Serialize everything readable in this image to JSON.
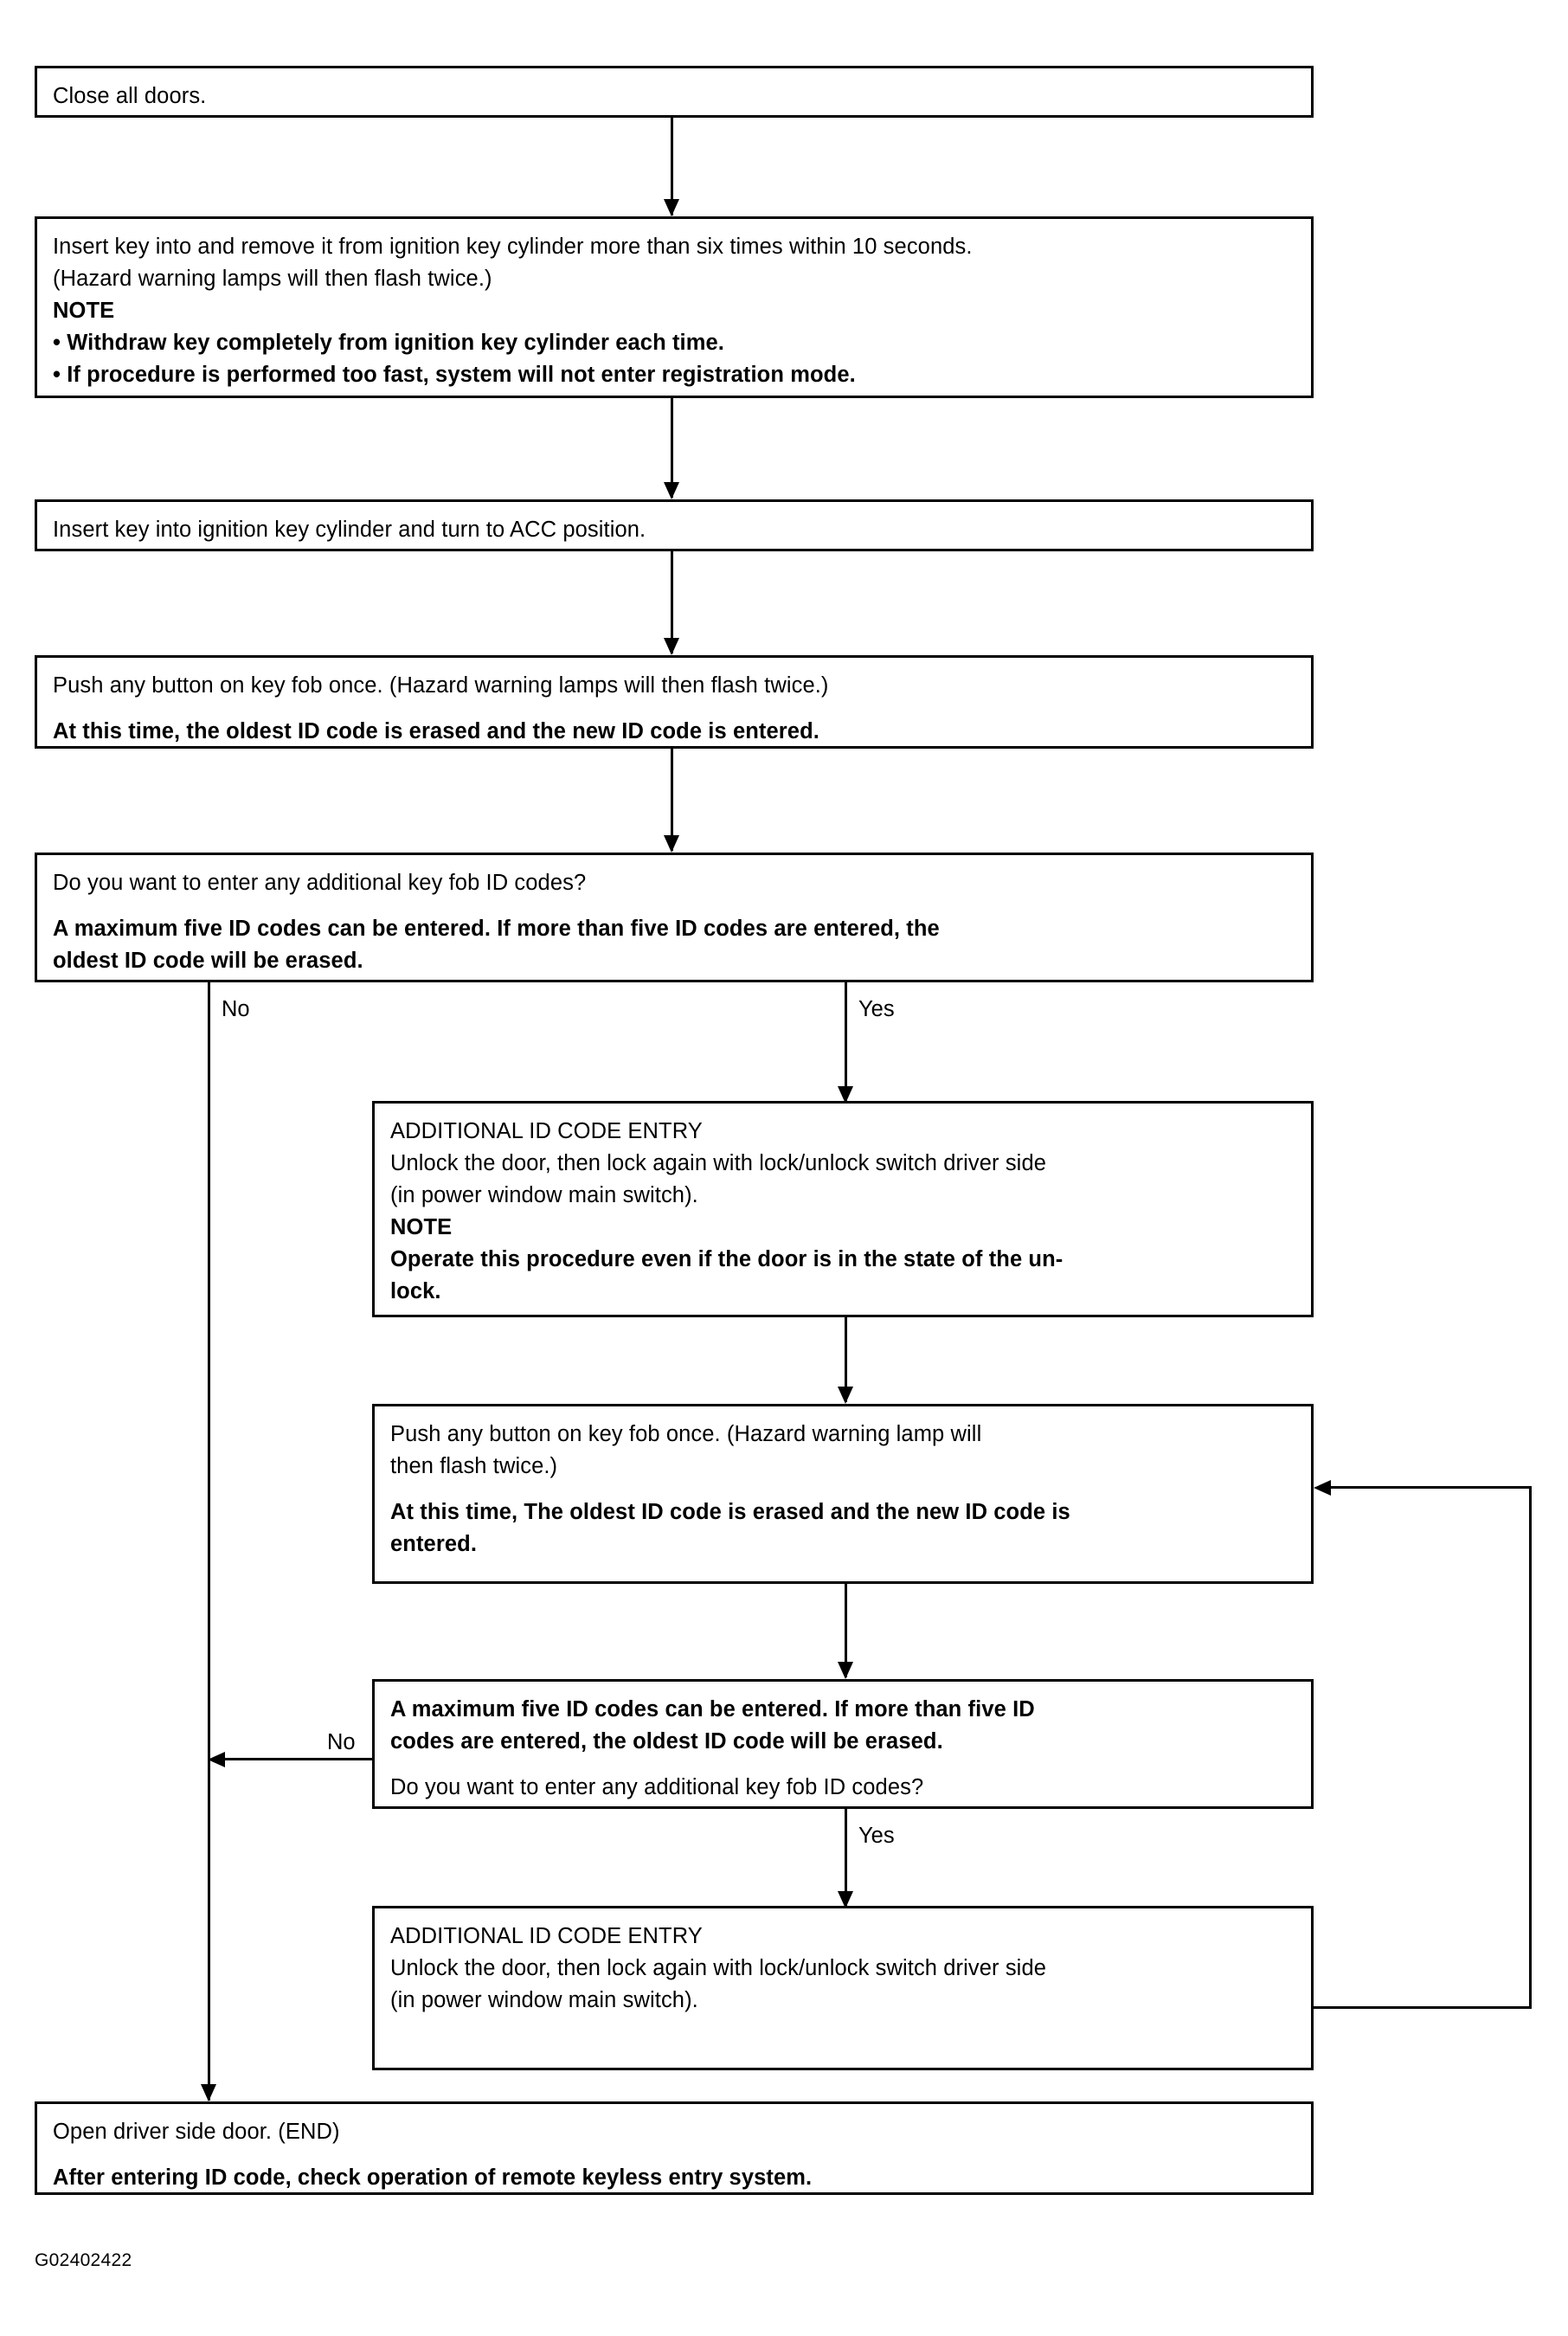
{
  "figure": {
    "code": "G02402422"
  },
  "nodes": {
    "close_doors": {
      "line1": "Close all doors."
    },
    "insert_remove_key": {
      "line1": "Insert key into and remove it from ignition key cylinder more than six times within 10 seconds.\n(Hazard warning lamps will then flash twice.)",
      "note_title": "NOTE",
      "note1": "• Withdraw key completely from ignition key cylinder each time.",
      "note2": "• If procedure is performed too fast, system will not enter registration mode."
    },
    "acc_position": {
      "line1": "Insert key into ignition key cylinder and turn to ACC position."
    },
    "push_button_first": {
      "line1": "Push any button on key fob once. (Hazard warning lamps will then flash twice.)",
      "line2": "At this time, the oldest ID code is erased and the new ID code is entered."
    },
    "decision_first": {
      "question": "Do you want to enter any additional key fob ID codes?",
      "note": "A  maximum five ID codes can be entered. If more than five ID codes are entered, the\noldest ID code will be erased."
    },
    "additional_entry_first": {
      "title": "ADDITIONAL ID CODE ENTRY",
      "body": "Unlock the door, then lock again with lock/unlock switch driver side\n(in power window main switch).",
      "note_title": "NOTE",
      "note": "Operate this procedure even if the door is in the state of the un-\nlock."
    },
    "push_button_second": {
      "line1": "Push any button on key fob once. (Hazard warning lamp will\nthen flash twice.)",
      "line2": "At this time, The oldest ID code is erased and the new ID code is\nentered."
    },
    "decision_second": {
      "note": "A  maximum five ID codes can be entered. If more than five ID\ncodes are entered, the oldest ID code will be erased.",
      "question": "Do you want to enter any additional key fob ID codes?"
    },
    "additional_entry_second": {
      "title": "ADDITIONAL ID CODE ENTRY",
      "body": "Unlock the door, then lock again with lock/unlock switch driver side\n(in power window main switch)."
    },
    "end_node": {
      "line1": "Open driver side door. (END)",
      "line2": "After entering ID code, check operation of remote keyless entry system."
    }
  },
  "branch_labels": {
    "first_no": "No",
    "first_yes": "Yes",
    "second_no": "No",
    "second_yes": "Yes"
  }
}
